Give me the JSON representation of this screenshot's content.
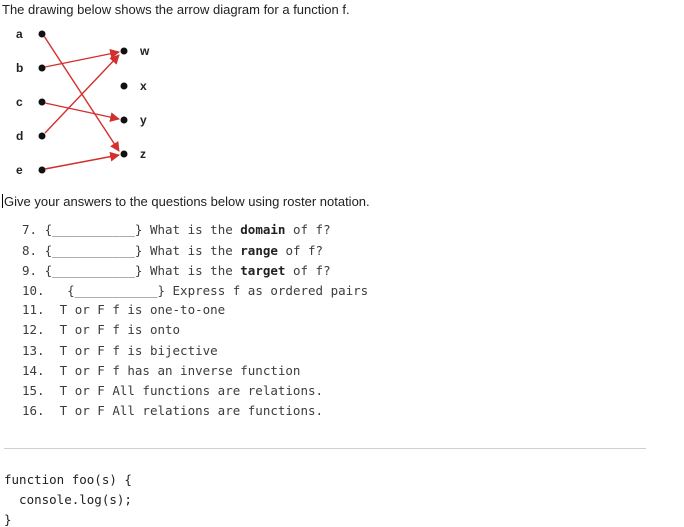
{
  "intro": "The drawing below shows the arrow diagram for a function f.",
  "diagram": {
    "domain_labels": [
      "a",
      "b",
      "c",
      "d",
      "e"
    ],
    "codomain_labels": [
      "w",
      "x",
      "y",
      "z"
    ],
    "arrow_color": "#d32f2f",
    "mapping": [
      {
        "from": "a",
        "to": "z"
      },
      {
        "from": "b",
        "to": "w"
      },
      {
        "from": "c",
        "to": "y"
      },
      {
        "from": "d",
        "to": "w"
      },
      {
        "from": "e",
        "to": "z"
      }
    ]
  },
  "instructions": "Give your answers to the questions below using roster notation.",
  "questions": [
    {
      "num": "7.",
      "pre": "{",
      "blank": "___________",
      "post": "} What is the ",
      "bold": "domain",
      "tail": " of f?"
    },
    {
      "num": "8.",
      "pre": "{",
      "blank": "___________",
      "post": "} What is the ",
      "bold": "range",
      "tail": " of f?"
    },
    {
      "num": "9.",
      "pre": "{",
      "blank": "___________",
      "post": "} What is the ",
      "bold": "target",
      "tail": " of f?"
    },
    {
      "num": "10.",
      "pre": "{",
      "blank": "___________",
      "post": "} Express f as ordered pairs",
      "bold": "",
      "tail": ""
    },
    {
      "num": "11.",
      "text": "T or F f is one-to-one"
    },
    {
      "num": "12.",
      "text": "T or F f is onto"
    },
    {
      "num": "13.",
      "text": "T or F f is bijective"
    },
    {
      "num": "14.",
      "text": "T or F f has an inverse function"
    },
    {
      "num": "15.",
      "text": "T or F All functions are relations."
    },
    {
      "num": "16.",
      "text": "T or F All relations are functions."
    }
  ],
  "code": {
    "line1": "function foo(s) {",
    "line2": "  console.log(s);",
    "line3": "}"
  }
}
